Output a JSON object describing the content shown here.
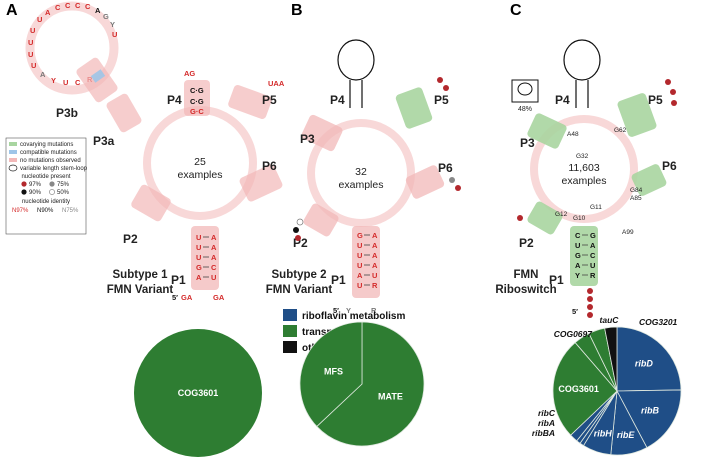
{
  "panels": {
    "a": {
      "letter": "A",
      "stems": {
        "p1": "P1",
        "p2": "P2",
        "p3a": "P3a",
        "p3b": "P3b",
        "p4": "P4",
        "p5": "P5",
        "p6": "P6"
      },
      "count": "25",
      "count_label": "examples",
      "caption_line1": "Subtype 1",
      "caption_line2": "FMN Variant",
      "five_prime": "5′",
      "five_prime_seq": "GA",
      "three_prime_tail": "GA",
      "loop_sequence": "UACCCCAGYUUU",
      "p1_5p": [
        "U",
        "U",
        "U",
        "G",
        "A"
      ],
      "p1_3p": [
        "A",
        "A",
        "A",
        "C",
        "U"
      ]
    },
    "b": {
      "letter": "B",
      "stems": {
        "p1": "P1",
        "p2": "P2",
        "p3": "P3",
        "p4": "P4",
        "p5": "P5",
        "p6": "P6"
      },
      "count": "32",
      "count_label": "examples",
      "caption_line1": "Subtype 2",
      "caption_line2": "FMN Variant",
      "five_prime": "5′",
      "five_prime_seq": "Y",
      "three_prime_tail": "R",
      "p1_5p": [
        "G",
        "U",
        "U",
        "U",
        "A",
        "U"
      ],
      "p1_3p": [
        "A",
        "A",
        "A",
        "A",
        "U",
        "R"
      ]
    },
    "c": {
      "letter": "C",
      "stems": {
        "p1": "P1",
        "p2": "P2",
        "p3": "P3",
        "p4": "P4",
        "p5": "P5",
        "p6": "P6"
      },
      "count": "11,603",
      "count_label": "examples",
      "caption_line1": "FMN",
      "caption_line2": "Riboswitch",
      "five_prime": "5′",
      "loop_percent": "48%",
      "positions": [
        "A48",
        "G62",
        "G32",
        "G84",
        "A85",
        "A99",
        "G11",
        "G12",
        "G10"
      ],
      "p1_5p": [
        "C",
        "U",
        "G",
        "A",
        "Y"
      ],
      "p1_3p": [
        "G",
        "A",
        "C",
        "U",
        "R"
      ]
    }
  },
  "legend": {
    "covarying": "covarying mutations",
    "compatible": "compatible mutations",
    "no_mutations": "no mutations observed",
    "variable_loop": "variable length stem-loop",
    "nucleotide_present": "nucleotide present",
    "p97": "97%",
    "p75": "75%",
    "p90": "90%",
    "p50": "50%",
    "identity_title": "nucleotide identity",
    "id97": "N97%",
    "id90": "N90%",
    "id75": "N75%",
    "colors": {
      "covarying": "#a8d5a0",
      "compatible": "#9ec5e8",
      "no_mutations": "#f2b8b8",
      "identity97": "#d42a2a",
      "identity90": "#111111",
      "identity75": "#888888"
    }
  },
  "pie_legend": {
    "items": [
      {
        "label": "riboflavin metabolism",
        "color": "#1f4e87"
      },
      {
        "label": "transporters",
        "color": "#2e7d32"
      },
      {
        "label": "other",
        "color": "#111111"
      }
    ]
  },
  "chart_data": [
    {
      "type": "pie",
      "labels": [
        "COG3601"
      ],
      "values": [
        100
      ],
      "colors": [
        "#2e7d32"
      ]
    },
    {
      "type": "pie",
      "labels": [
        "MATE",
        "MFS"
      ],
      "values": [
        63,
        37
      ],
      "colors": [
        "#2e7d32",
        "#2e7d32"
      ]
    },
    {
      "type": "pie",
      "labels": [
        "ribD",
        "ribB",
        "ribE",
        "ribH",
        "ribBA",
        "ribA",
        "ribC",
        "COG3601",
        "COG0697",
        "tauC",
        "COG3201"
      ],
      "values": [
        24,
        17,
        9,
        7,
        1,
        1,
        2,
        25,
        4,
        4,
        3
      ],
      "colors": [
        "#1f4e87",
        "#1f4e87",
        "#1f4e87",
        "#1f4e87",
        "#1f4e87",
        "#1f4e87",
        "#1f4e87",
        "#2e7d32",
        "#2e7d32",
        "#2e7d32",
        "#111111"
      ]
    }
  ]
}
